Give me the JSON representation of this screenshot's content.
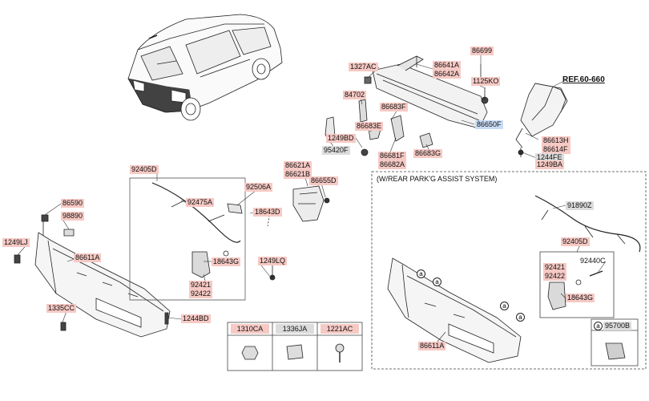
{
  "diagram": {
    "reference": "REF.60-660",
    "assist_box_title": "(W/REAR PARK'G ASSIST SYSTEM)",
    "circle_marker": "a",
    "labels": {
      "p86699": "86699",
      "p1327AC": "1327AC",
      "p86641A": "86641A\n86642A",
      "p1125KO": "1125KO",
      "p84702": "84702",
      "p86683F": "86683F",
      "p86650F": "86650F",
      "p86683E": "86683E",
      "p1249BD": "1249BD",
      "p86681F": "86681F\n86682A",
      "p86683G": "86683G",
      "p95420F": "95420F",
      "p86613H": "86613H\n86614F",
      "p1244FE": "1244FE",
      "p1249BA": "1249BA",
      "p92405D_l": "92405D",
      "p92475A": "92475A",
      "p92506A": "92506A",
      "p18643D": "18643D",
      "p86621A": "86621A\n86621B",
      "p86655D": "86655D",
      "p86590": "86590",
      "p98890": "98890",
      "p1249LJ": "1249LJ",
      "p86611A_l": "86611A",
      "p18643G_l": "18643G",
      "p1249LQ": "1249LQ",
      "p92421_l": "92421\n92422",
      "p1335CC": "1335CC",
      "p1244BD": "1244BD",
      "p91890Z": "91890Z",
      "p92405D_r": "92405D",
      "p92421_r": "92421\n92422",
      "p92440C": "92440C",
      "p18643G_r": "18643G",
      "p86611A_r": "86611A",
      "p95700B": "95700B"
    },
    "fastener_table": [
      "1310CA",
      "1336JA",
      "1221AC"
    ]
  }
}
